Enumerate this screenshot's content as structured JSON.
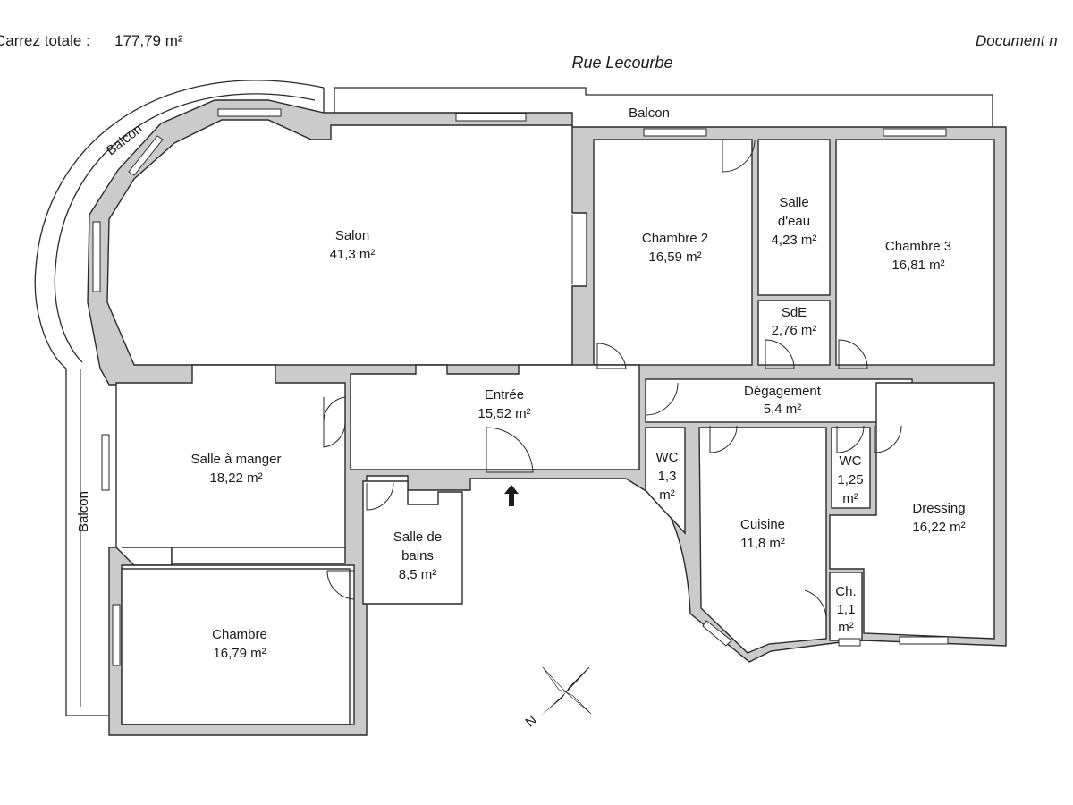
{
  "header": {
    "area_label": "Carrez totale :",
    "area_value": "177,79 m²",
    "street": "Rue Lecourbe",
    "document_note": "Document n"
  },
  "balconies": {
    "top": "Balcon",
    "arc": "Balcon",
    "left": "Balcon"
  },
  "rooms": {
    "salon": {
      "name": "Salon",
      "area": "41,3 m²"
    },
    "chambre2": {
      "name": "Chambre 2",
      "area": "16,59 m²"
    },
    "salle_eau": {
      "line1": "Salle",
      "line2": "d'eau",
      "area": "4,23 m²"
    },
    "sde": {
      "name": "SdE",
      "area": "2,76 m²"
    },
    "chambre3": {
      "name": "Chambre 3",
      "area": "16,81 m²"
    },
    "entree": {
      "name": "Entrée",
      "area": "15,52 m²"
    },
    "degagement": {
      "name": "Dégagement",
      "area": "5,4 m²"
    },
    "salle_manger": {
      "name": "Salle à manger",
      "area": "18,22 m²"
    },
    "salle_bains": {
      "line1": "Salle de",
      "line2": "bains",
      "area": "8,5 m²"
    },
    "wc1": {
      "name": "WC",
      "line2": "1,3",
      "line3": "m²"
    },
    "cuisine": {
      "name": "Cuisine",
      "area": "11,8 m²"
    },
    "wc2": {
      "name": "WC",
      "line2": "1,25",
      "line3": "m²"
    },
    "dressing": {
      "name": "Dressing",
      "area": "16,22 m²"
    },
    "ch": {
      "name": "Ch.",
      "line2": "1,1",
      "line3": "m²"
    },
    "chambre": {
      "name": "Chambre",
      "area": "16,79 m²"
    }
  },
  "compass": {
    "north_label": "N"
  },
  "icons": {
    "entrance": "entrance-arrow-icon",
    "compass": "compass-rose-icon"
  }
}
